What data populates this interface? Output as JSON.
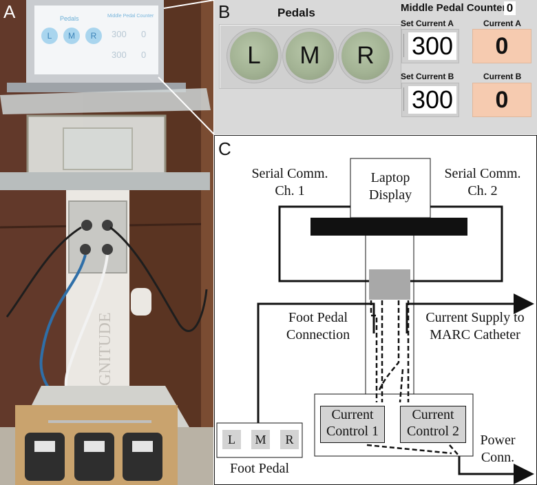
{
  "panels": {
    "a": {
      "letter": "A"
    },
    "b": {
      "letter": "B"
    },
    "c": {
      "letter": "C"
    }
  },
  "photo": {
    "screen_pedals_title": "Pedals",
    "screen_counter_title": "Middle Pedal Counter",
    "screen_buttons": [
      "L",
      "M",
      "R"
    ],
    "screen_values": [
      "300",
      "0",
      "300",
      "0"
    ],
    "stand_brand": "GNITUDE",
    "colors": {
      "wall": "#5a3422",
      "stand": "#e9e6e1",
      "pedal": "#2e2e2e"
    }
  },
  "gui": {
    "pedals_title": "Pedals",
    "pedal_buttons": [
      "L",
      "M",
      "R"
    ],
    "counter_label": "Middle Pedal Counter",
    "counter_value": "0",
    "set_current_a_label": "Set Current A",
    "set_current_a_value": "300",
    "current_a_label": "Current A",
    "current_a_value": "0",
    "set_current_b_label": "Set Current B",
    "set_current_b_value": "300",
    "current_b_label": "Current B",
    "current_b_value": "0",
    "colors": {
      "background": "#d9d9d9",
      "pedal_button": "#a3b394",
      "current_indicator": "#f6cbb0"
    }
  },
  "diagram": {
    "serial_ch1": [
      "Serial Comm.",
      "Ch. 1"
    ],
    "serial_ch2": [
      "Serial Comm.",
      "Ch. 2"
    ],
    "laptop_display": [
      "Laptop",
      "Display"
    ],
    "foot_pedal_connection": [
      "Foot Pedal",
      "Connection"
    ],
    "current_supply": [
      "Current Supply to",
      "MARC Catheter"
    ],
    "current_control_1": [
      "Current",
      "Control 1"
    ],
    "current_control_2": [
      "Current",
      "Control 2"
    ],
    "power_conn": [
      "Power",
      "Conn."
    ],
    "foot_pedal_keys": [
      "L",
      "M",
      "R"
    ],
    "foot_pedal_label": "Foot Pedal"
  }
}
